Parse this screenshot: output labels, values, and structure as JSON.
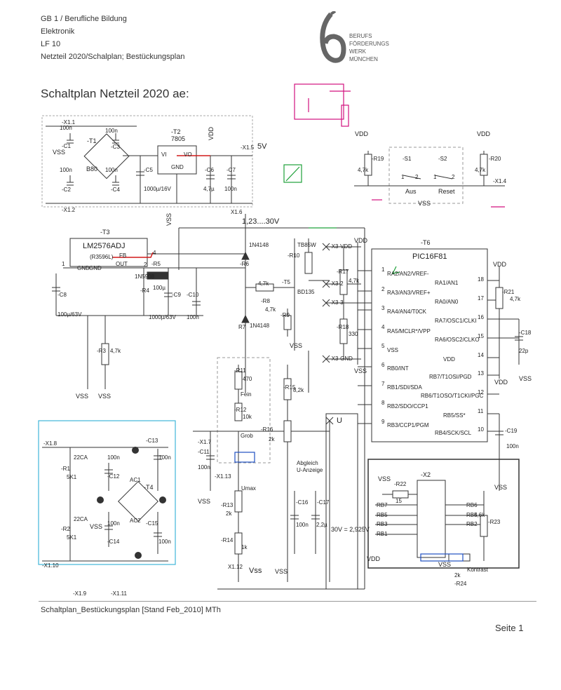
{
  "header": {
    "line1": "GB 1 / Berufliche Bildung",
    "line2": "Elektronik",
    "line3": "LF 10",
    "line4": "Netzteil 2020/Schalplan; Bestückungsplan",
    "logo_line1": "BERUFS",
    "logo_line2": "FÖRDERUNGS",
    "logo_line3": "WERK",
    "logo_line4": "MÜNCHEN"
  },
  "title": "Schaltplan Netzteil 2020 ae:",
  "schematic": {
    "t1": "-T1",
    "b80": "B80",
    "t2": "-T2",
    "reg": "7805",
    "vi": "VI",
    "vo": "VO",
    "gnd": "GND",
    "c1": "-C1",
    "c2": "-C2",
    "c3": "-C3",
    "c4": "-C4",
    "c5": "-C5",
    "c6": "-C6",
    "c7": "-C7",
    "n100": "100n",
    "c5v": "1000µ/16V",
    "c6v": "4,7µ",
    "x11": "-X1.1",
    "x12": "-X1.2",
    "x15": "-X1.5",
    "v5": "5V",
    "vss": "VSS",
    "t3": "-T3",
    "lm": "LM2576ADJ",
    "ref": "(R3596L)",
    "fb": "FB",
    "out": "OUT",
    "gnd1": "GND",
    "gnd2": "GND",
    "pin1": "1",
    "pin2": "2",
    "pin4": "4",
    "r5": "-R5",
    "l100": "100µ",
    "r4": "-R4",
    "d5908": "1N5908",
    "c8": "-C8",
    "c8v": "100µ/63V",
    "c9": "-C9",
    "c9v": "1000µ/63V",
    "c10": "-C10",
    "c10v": "100n",
    "r3": "-R3",
    "r3v": "4,7k",
    "r6": "-R6",
    "r6v": "1N4148",
    "r7": "R7",
    "r7v": "1N4148",
    "volt": "1,23....30V",
    "x16": "X1.6",
    "r8": "-R8",
    "r8v": "4,7k",
    "r8b": "4,7k",
    "t5": "-T5",
    "bd135": "BD135",
    "r10": "-R10",
    "r10v": "TB85W",
    "r9": "-R9",
    "x3vdd": "-X3-VDD",
    "x32": "-X3-2",
    "x33": "-X3-3",
    "x3gnd": "-X3-GND",
    "r17": "-R17",
    "r17v": "4,7k",
    "r18": "-R18",
    "r18v": "330",
    "r19": "-R19",
    "r19v": "4,7k",
    "r20": "-R20",
    "r20v": "4,7k",
    "s1": "-S1",
    "s2": "-S2",
    "aus": "Aus",
    "reset": "Reset",
    "x14": "-X1.4",
    "vdd": "VDD",
    "t6": "-T6",
    "pic": "PIC16F81",
    "pin_l1": "RA2/AN2/VREF-",
    "pin_l2": "RA3/AN3/VREF+",
    "pin_l3": "RA4/AN4/T0CK",
    "pin_l4": "RA5/MCLR*/VPP",
    "pin_l5": "VSS",
    "pin_l6": "RB0/INT",
    "pin_l7": "RB1/SDI/SDA",
    "pin_l8": "RB2/SDO/CCP1",
    "pin_l9": "RB3/CCP1/PGM",
    "pin_r1": "RA1/AN1",
    "pin_r2": "RA0/AN0",
    "pin_r3": "RA7/OSC1/CLKI",
    "pin_r4": "RA6/OSC2/CLKO",
    "pin_r5": "VDD",
    "pin_r6": "RB7/T1OSI/PGD",
    "pin_r7": "RB6/T1OSO/T1CKI/PGC",
    "pin_r8": "RB5/SS*",
    "pin_r9": "RB4/SCK/SCL",
    "pn1": "1",
    "pn2": "2",
    "pn3": "3",
    "pn4": "4",
    "pn5": "5",
    "pn6": "6",
    "pn7": "7",
    "pn8": "8",
    "pn9": "9",
    "pn18": "18",
    "pn17": "17",
    "pn16": "16",
    "pn15": "15",
    "pn14": "14",
    "pn13": "13",
    "pn12": "12",
    "pn11": "11",
    "pn10": "10",
    "r21": "-R21",
    "r21v": "4,7k",
    "c18": "-C18",
    "c18v": "22p",
    "c19": "-C19",
    "c19v": "100n",
    "r11": "-R11",
    "r11v": "470",
    "fein": "Fein",
    "grob": "Grob",
    "r12": "-R12",
    "r12v": "10k",
    "r15": "-R15",
    "r15v": "8,2k",
    "r16": "-R16",
    "r16v": "2k",
    "abgleich": "Abgleich",
    "uanz": "U-Anzeige",
    "u": "U",
    "x17": "-X1.7",
    "x113": "-X1.13",
    "c11": "-C11",
    "c11v": "100n",
    "umax": "Umax",
    "r13": "-R13",
    "r13v": "2k",
    "r14": "-R14",
    "r14v": "1k",
    "x112": "X1.12",
    "vss2": "Vss",
    "c16": "-C16",
    "c16v": "100n",
    "c17": "-C17",
    "c17v": "2,2µ",
    "u30": "30V = 2,925V",
    "x18": "-X1.8",
    "x110": "-X1.10",
    "r1": "-R1",
    "r1v": "5K1",
    "r2": "-R2",
    "r2v": "5K1",
    "d22a": "22CA",
    "d22b": "22CA",
    "c12": "-C12",
    "c13": "-C13",
    "c14": "-C14",
    "c15": "-C15",
    "t4": "-T4",
    "ac1": "AC1",
    "ac2": "AC2",
    "x2": "-X2",
    "r22": "-R22",
    "r22v": "15",
    "rb7": "RB7",
    "rb5": "RB5",
    "rb3": "RB3",
    "rb1": "RB1",
    "rb6": "RB6",
    "rb4": "RB4",
    "rb2": "RB2",
    "r23": "-R23",
    "r23v": "5,6k",
    "r24": "-R24",
    "r24v": "2k",
    "kontrast": "Kontrast",
    "x19": "-X1.9",
    "x111": "-X1.11"
  },
  "footer": {
    "left": "Schaltplan_Bestückungsplan [Stand Feb_2010] MTh",
    "right": "Seite 1"
  }
}
